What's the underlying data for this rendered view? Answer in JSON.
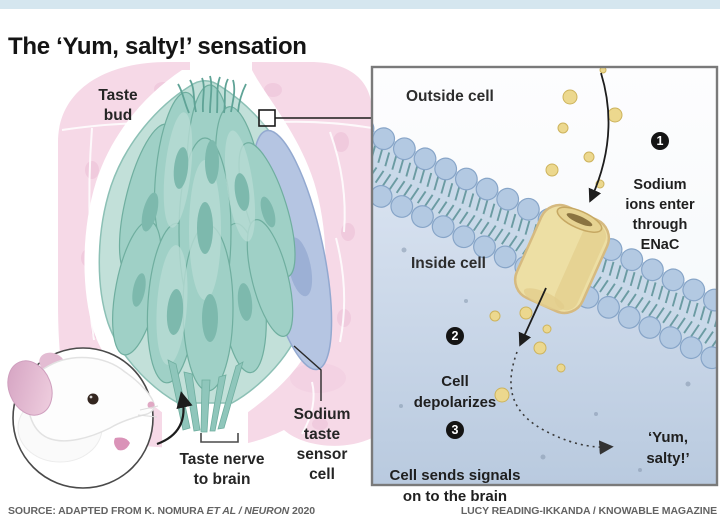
{
  "title": "The ‘Yum, salty!’ sensation",
  "diagram": {
    "taste_bud_label": "Taste\nbud",
    "taste_nerve_label": "Taste nerve\nto brain",
    "sensor_cell_label": "Sodium\ntaste\nsensor\ncell"
  },
  "panel": {
    "outside_label": "Outside cell",
    "inside_label": "Inside cell",
    "steps": [
      {
        "num": "1",
        "text": "Sodium\nions enter\nthrough\nENaC"
      },
      {
        "num": "2",
        "text": "Cell\ndepolarizes"
      },
      {
        "num": "3",
        "text": "Cell sends signals\non to the brain"
      }
    ],
    "exclamation": "‘Yum,\nsalty!’"
  },
  "footer": {
    "source_prefix": "SOURCE: ADAPTED FROM K. NOMURA ",
    "source_italic": "ET AL / NEURON",
    "source_suffix": " 2020",
    "credit": "LUCY READING-IKKANDA / KNOWABLE MAGAZINE"
  },
  "colors": {
    "topbar": "#d5e6ef",
    "badge": "#141414",
    "ion_yellow": "#ecd88e",
    "membrane_head_blue": "#b3c9e2",
    "enac_channel_tan": "#eddfa4",
    "inside_cell_blue": "#c3d4e6",
    "tissue_pink": "#f6d9e7",
    "taste_cell_teal": "#9fd0c6",
    "sensor_cell_blue": "#b5c5e2"
  }
}
